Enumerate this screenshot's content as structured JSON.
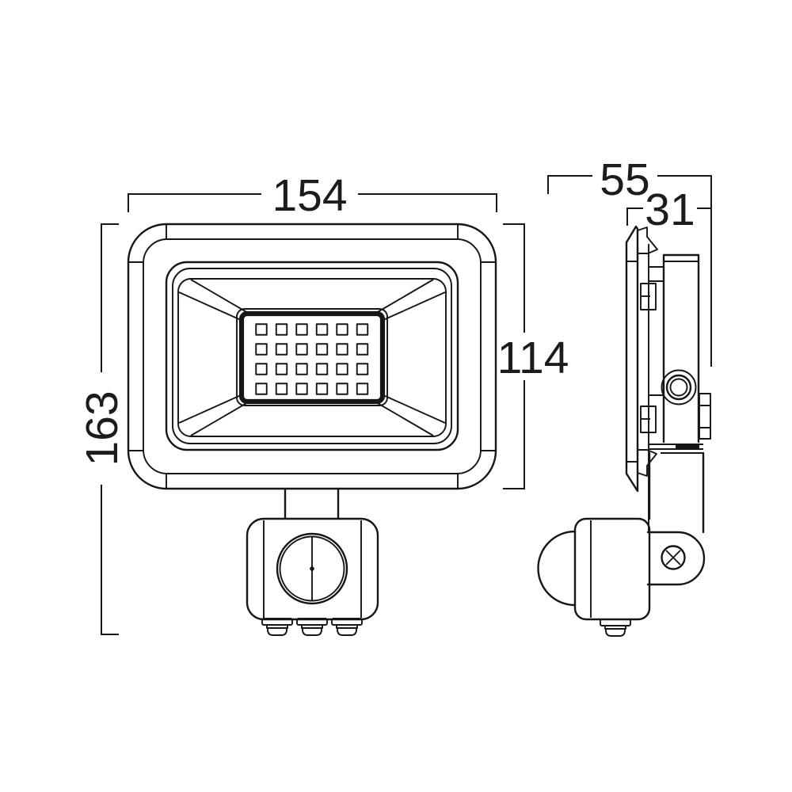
{
  "page": {
    "background": "#ffffff",
    "line_color": "#161616"
  },
  "diagram": {
    "type": "technical-dimension-drawing",
    "subject": "LED floodlight with PIR motion sensor — front and side elevation views",
    "labels": {
      "front_width": "154",
      "front_total_height": "163",
      "front_body_height": "114",
      "side_total_depth": "55",
      "side_body_depth": "31"
    },
    "views": {
      "front": {
        "led_grid": {
          "rows": 4,
          "cols": 6
        },
        "cable_glands": 3
      },
      "side": {
        "cable_glands": 1
      }
    }
  }
}
